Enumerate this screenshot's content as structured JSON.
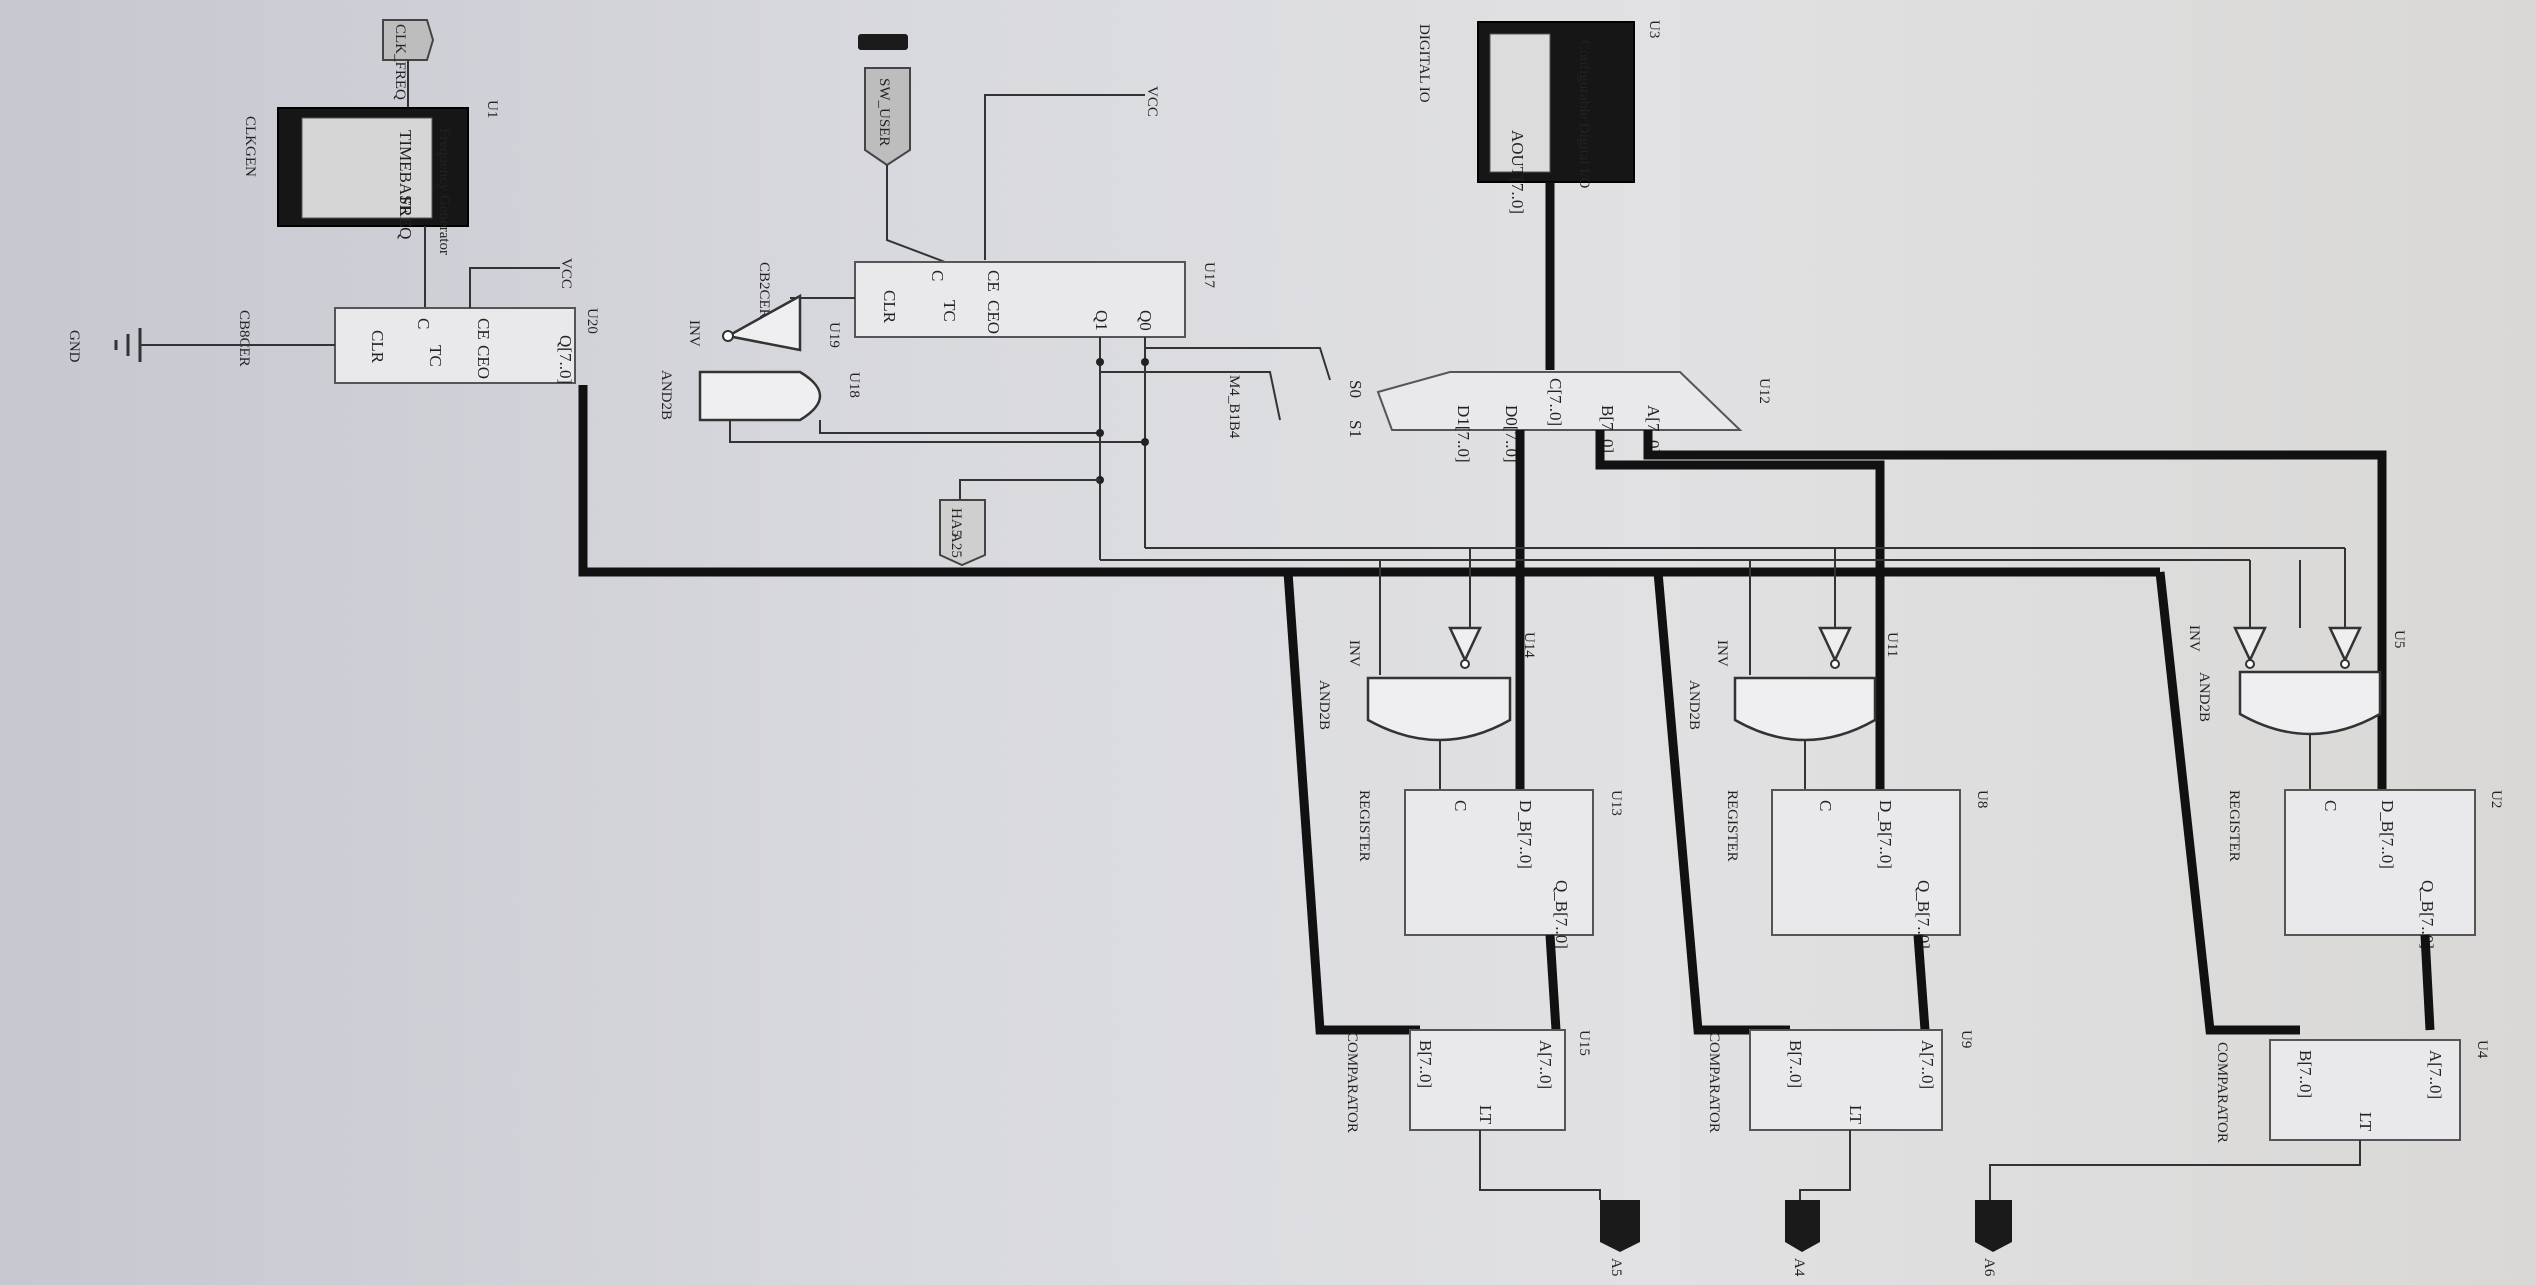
{
  "diagram": {
    "blocks": {
      "u1": {
        "ref": "U1",
        "type": "CLKGEN",
        "title": "Frequency Generator",
        "pins": [
          "TIMEBASE",
          "FREQ"
        ]
      },
      "u3": {
        "ref": "U3",
        "type": "DIGITAL IO",
        "title": "Configurable Digital I/O",
        "pins": [
          "AOUT[7..0]"
        ]
      },
      "u20": {
        "ref": "U20",
        "type": "CB8CER",
        "pins": [
          "C",
          "CE",
          "CEO",
          "TC",
          "CLR",
          "Q[7..0]"
        ]
      },
      "u17": {
        "ref": "U17",
        "type": "CB2CE",
        "pins": [
          "C",
          "CE",
          "CEO",
          "TC",
          "CLR",
          "Q1",
          "Q0"
        ]
      },
      "u12": {
        "ref": "U12",
        "type": "MUX",
        "pins": [
          "S0",
          "S1",
          "D1[7..0]",
          "D0[7..0]",
          "C[7..0]",
          "B[7..0]",
          "A[7..0]"
        ]
      },
      "u19": {
        "ref": "U19",
        "type": "INV"
      },
      "u18": {
        "ref": "U18",
        "type": "AND2"
      },
      "u13": {
        "ref": "U13",
        "type": "REGISTER",
        "pins": [
          "C",
          "D_B[7..0]",
          "Q_B[7..0]"
        ]
      },
      "u8": {
        "ref": "U8",
        "type": "REGISTER",
        "pins": [
          "C",
          "D_B[7..0]",
          "Q_B[7..0]"
        ]
      },
      "u2": {
        "ref": "U2",
        "type": "REGISTER",
        "pins": [
          "C",
          "D_B[7..0]",
          "Q_B[7..0]"
        ]
      },
      "u15": {
        "ref": "U15",
        "type": "COMPARATOR",
        "pins": [
          "B[7..0]",
          "A[7..0]",
          "LT"
        ]
      },
      "u9": {
        "ref": "U9",
        "type": "COMPARATOR",
        "pins": [
          "B[7..0]",
          "A[7..0]",
          "LT"
        ]
      },
      "u4": {
        "ref": "U4",
        "type": "COMPARATOR",
        "pins": [
          "B[7..0]",
          "A[7..0]",
          "LT"
        ]
      },
      "u14": {
        "ref": "U14",
        "type": "AND2",
        "inv": "INV"
      },
      "u11": {
        "ref": "U11",
        "type": "AND2",
        "inv": "INV"
      },
      "u5": {
        "ref": "U5",
        "type": "AND2",
        "inv": "INV"
      }
    },
    "ports": {
      "clk": "CLK_FREQ",
      "sw": "SW_USER",
      "ha": "HA5",
      "ha2": "A25",
      "out1": "A5",
      "out2": "A4",
      "out3": "A6"
    },
    "supply": {
      "vcc": "VCC",
      "gnd": "GND"
    },
    "nets": {
      "ce_net": "CB2CER",
      "inv_lbl": "INV",
      "and_lbl": "AND2B",
      "mux_lbl": "M4_B1B4"
    }
  }
}
